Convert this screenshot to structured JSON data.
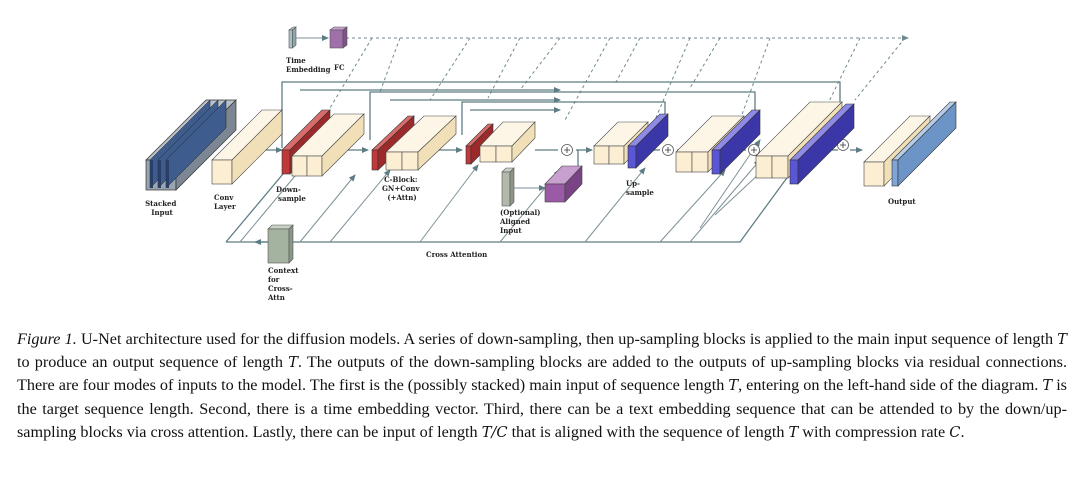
{
  "figure": {
    "labels": {
      "time_embedding": [
        "Time",
        "Embedding"
      ],
      "fc": "FC",
      "stacked_input": [
        "Stacked",
        "Input"
      ],
      "conv_layer": [
        "Conv",
        "Layer"
      ],
      "down_sample": [
        "Down-",
        "sample"
      ],
      "c_block": [
        "C-Block:",
        "GN+Conv",
        "(+Attn)"
      ],
      "aligned_input": [
        "(Optional)",
        "Aligned",
        "Input"
      ],
      "up_sample": [
        "Up-",
        "sample"
      ],
      "output": "Output",
      "cross_attention": "Cross Attention",
      "context": [
        "Context",
        "for",
        "Cross-",
        "Attn"
      ]
    },
    "colors": {
      "block_face": "#fbeed3",
      "block_top": "#fdf6e7",
      "block_side": "#f1dfb8",
      "down_face": "#c0393a",
      "up_face": "#5b56d6",
      "input_face": "#3b4a66",
      "output_face": "#7fa6d6",
      "aligned_face": "#9b5aa6",
      "connector": "#5d7d85"
    }
  },
  "caption": {
    "label": "Figure 1.",
    "segments": [
      {
        "t": " U-Net architecture used for the diffusion models. A series of down-sampling, then up-sampling blocks is applied to the main input sequence of length ",
        "m": false
      },
      {
        "t": "T",
        "m": true
      },
      {
        "t": " to produce an output sequence of length ",
        "m": false
      },
      {
        "t": "T",
        "m": true
      },
      {
        "t": ". The outputs of the down-sampling blocks are added to the outputs of up-sampling blocks via residual connections. There are four modes of inputs to the model. The first is the (possibly stacked) main input of sequence length ",
        "m": false
      },
      {
        "t": "T",
        "m": true
      },
      {
        "t": ", entering on the left-hand side of the diagram. ",
        "m": false
      },
      {
        "t": "T",
        "m": true
      },
      {
        "t": " is the target sequence length. Second, there is a time embedding vector. Third, there can be a text embedding sequence that can be attended to by the down/up-sampling blocks via cross attention. Lastly, there can be input of length ",
        "m": false
      },
      {
        "t": "T/C",
        "m": true
      },
      {
        "t": " that is aligned with the sequence of length ",
        "m": false
      },
      {
        "t": "T",
        "m": true
      },
      {
        "t": " with compression rate ",
        "m": false
      },
      {
        "t": "C",
        "m": true
      },
      {
        "t": ".",
        "m": false
      }
    ]
  }
}
